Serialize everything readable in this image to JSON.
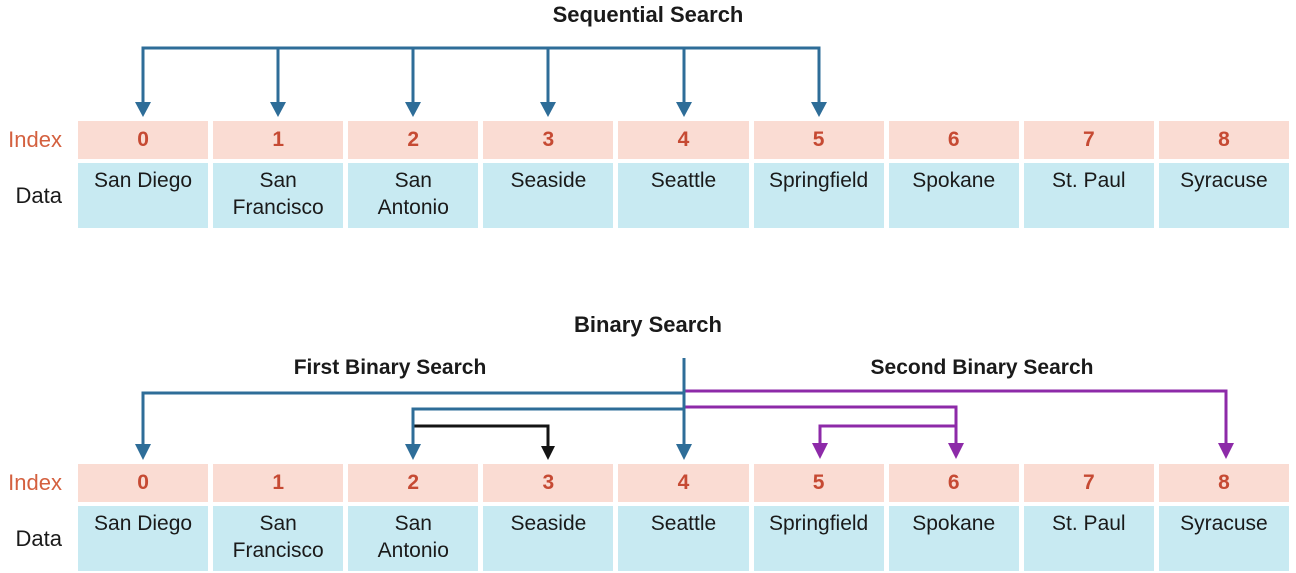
{
  "colors": {
    "blue_arrow": "#2e6d98",
    "purple_arrow": "#8d2aa8",
    "black_arrow": "#141414",
    "index_cell_bg": "#fadcd3",
    "data_cell_bg": "#c8eaf2",
    "index_number": "#c64a33",
    "index_label": "#d4603f",
    "text": "#1a1a1a"
  },
  "sequential": {
    "title": "Sequential Search",
    "checked_indices": [
      0,
      1,
      2,
      3,
      4,
      5
    ]
  },
  "binary": {
    "title": "Binary Search",
    "first_label": "First Binary Search",
    "first_blue_arrow_indices": [
      0,
      2,
      4
    ],
    "first_found_index": 3,
    "second_label": "Second Binary Search",
    "second_arrow_indices": [
      5,
      6,
      8
    ]
  },
  "table": {
    "index_label": "Index",
    "data_label": "Data",
    "indices": [
      "0",
      "1",
      "2",
      "3",
      "4",
      "5",
      "6",
      "7",
      "8"
    ],
    "cities": [
      "San Diego",
      "San\nFrancisco",
      "San\nAntonio",
      "Seaside",
      "Seattle",
      "Springfield",
      "Spokane",
      "St. Paul",
      "Syracuse"
    ]
  }
}
